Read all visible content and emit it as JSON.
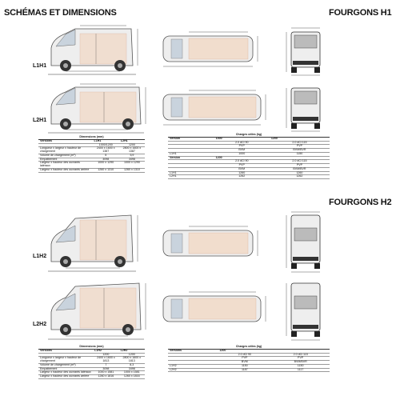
{
  "page": {
    "title_left": "SCHÉMAS ET DIMENSIONS",
    "title_right_1": "FOURGONS H1",
    "title_right_2": "FOURGONS H2"
  },
  "variants": [
    "L1H1",
    "L2H1",
    "L1H2",
    "L2H2"
  ],
  "table_dims_h1": {
    "caption": "Dimensions (mm)",
    "head": [
      "Versions",
      "L1H1",
      "L2H1"
    ],
    "head2": [
      "",
      "1000/1200",
      "1200"
    ],
    "rows": [
      [
        "Longueur x largeur x hauteur de chargement",
        "2400 x 1600 x 1387",
        "2800 x 1600 x 1387"
      ],
      [
        "Volume de chargement (m³)",
        "5",
        "5,9"
      ],
      [
        "Empattement",
        "3098",
        "3498"
      ],
      [
        "Largeur x hauteur des ouvrants latéraux",
        "1000 x 1290",
        "1000 x 1290"
      ],
      [
        "Largeur x hauteur des ouvrants arrière",
        "1260 x 1310",
        "1260 x 1310"
      ]
    ]
  },
  "table_payload_h1": {
    "caption": "Charges utiles (kg)",
    "head": [
      "Version",
      "1000",
      "1200"
    ],
    "rows": [
      [
        "",
        "2.0 dCi 90",
        "2.0 dCi 115"
      ],
      [
        "",
        "PVP",
        "PVP"
      ],
      [
        "",
        "BVM",
        "BVM/BVR"
      ],
      [
        "L1H1",
        "1000",
        "1150"
      ],
      [
        "Version",
        "1200",
        ""
      ],
      [
        "",
        "2.0 dCi 90",
        "2.0 dCi 115"
      ],
      [
        "",
        "PVP",
        "PVP"
      ],
      [
        "",
        "BVM",
        "BVM/BVR"
      ],
      [
        "L1H1",
        "1260",
        "1260"
      ],
      [
        "L2H1",
        "1262",
        "1262"
      ]
    ]
  },
  "table_dims_h2": {
    "caption": "Dimensions (mm)",
    "head": [
      "Versions",
      "L1H2",
      "L2H2"
    ],
    "head2": [
      "",
      "1200",
      "1200"
    ],
    "rows": [
      [
        "Longueur x largeur x hauteur de chargement",
        "2400 x 1600 x 1813",
        "2800 x 1600 x 1813"
      ],
      [
        "Volume de chargement (m³)",
        "7",
        "8,3"
      ],
      [
        "Empattement",
        "3098",
        "3498"
      ],
      [
        "Largeur x hauteur des ouvrants latéraux",
        "1000 x 1581",
        "1000 x 1581"
      ],
      [
        "Largeur x hauteur des ouvrants arrière",
        "1260 x 1816",
        "1260 x 1816"
      ]
    ]
  },
  "table_payload_h2": {
    "caption": "Charges utiles (kg)",
    "head": [
      "Versions",
      "1200",
      ""
    ],
    "rows": [
      [
        "",
        "2.0 dCi 90",
        "2.0 dCi 115"
      ],
      [
        "",
        "PVP",
        "PVP"
      ],
      [
        "",
        "BVM",
        "BVM/BVR"
      ],
      [
        "L1H2",
        "1150",
        "1150"
      ],
      [
        "L2H2",
        "1187",
        "1117"
      ]
    ]
  }
}
